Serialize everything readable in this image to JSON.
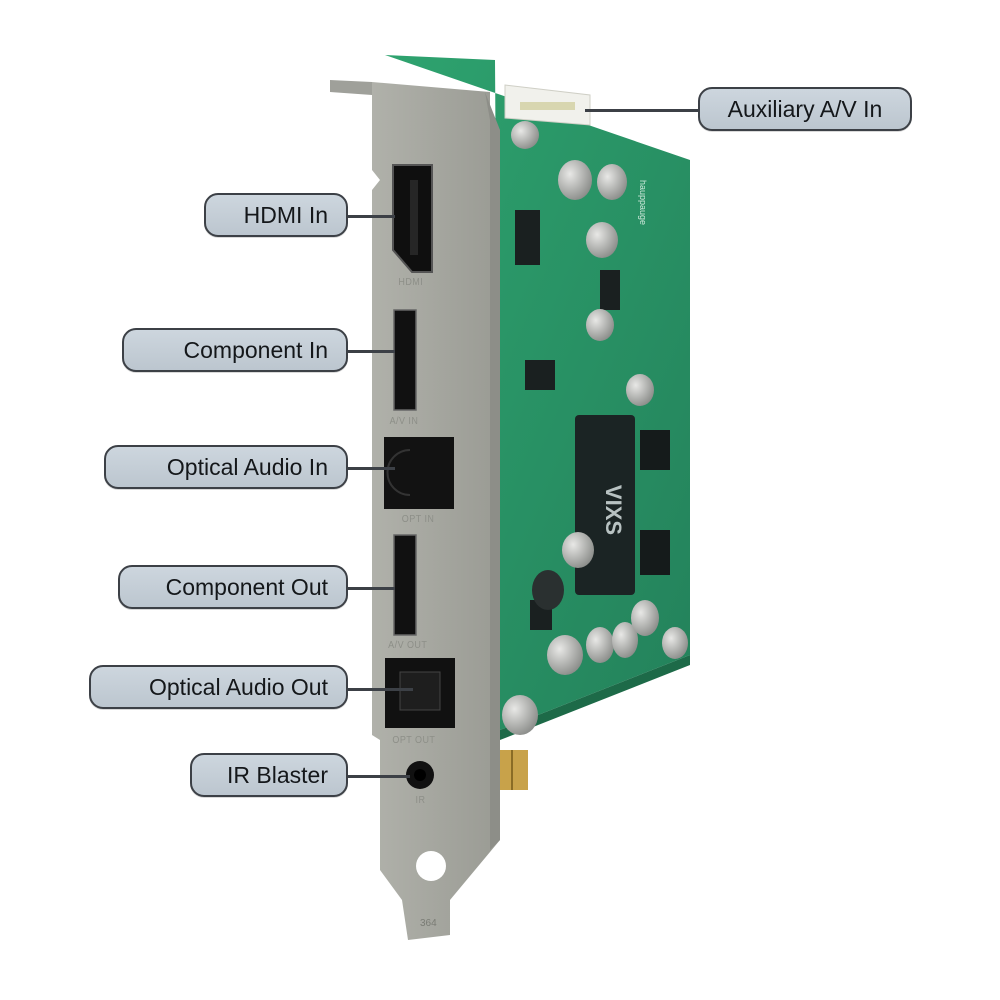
{
  "diagram": {
    "subject": "PCI Express capture card with labeled I/O bracket",
    "chip_brand": "ViXS",
    "board_brand": "Hauppauge",
    "callouts": [
      {
        "id": "aux-av-in",
        "label": "Auxiliary A/V In"
      },
      {
        "id": "hdmi-in",
        "label": "HDMI In"
      },
      {
        "id": "component-in",
        "label": "Component In"
      },
      {
        "id": "optical-audio-in",
        "label": "Optical Audio In"
      },
      {
        "id": "component-out",
        "label": "Component Out"
      },
      {
        "id": "optical-audio-out",
        "label": "Optical Audio Out"
      },
      {
        "id": "ir-blaster",
        "label": "IR Blaster"
      }
    ],
    "port_markings": {
      "hdmi": "HDMI",
      "av_in": "A/V IN",
      "opt_in": "OPT IN",
      "av_out": "A/V OUT",
      "opt_out": "OPT OUT",
      "ir": "IR",
      "bracket_number": "364"
    }
  },
  "colors": {
    "callout_fill": "#c4cdd5",
    "callout_border": "#3c4046",
    "pcb_green": "#2f9a6c",
    "bracket_gray": "#a8a9a2",
    "port_black": "#101010"
  }
}
